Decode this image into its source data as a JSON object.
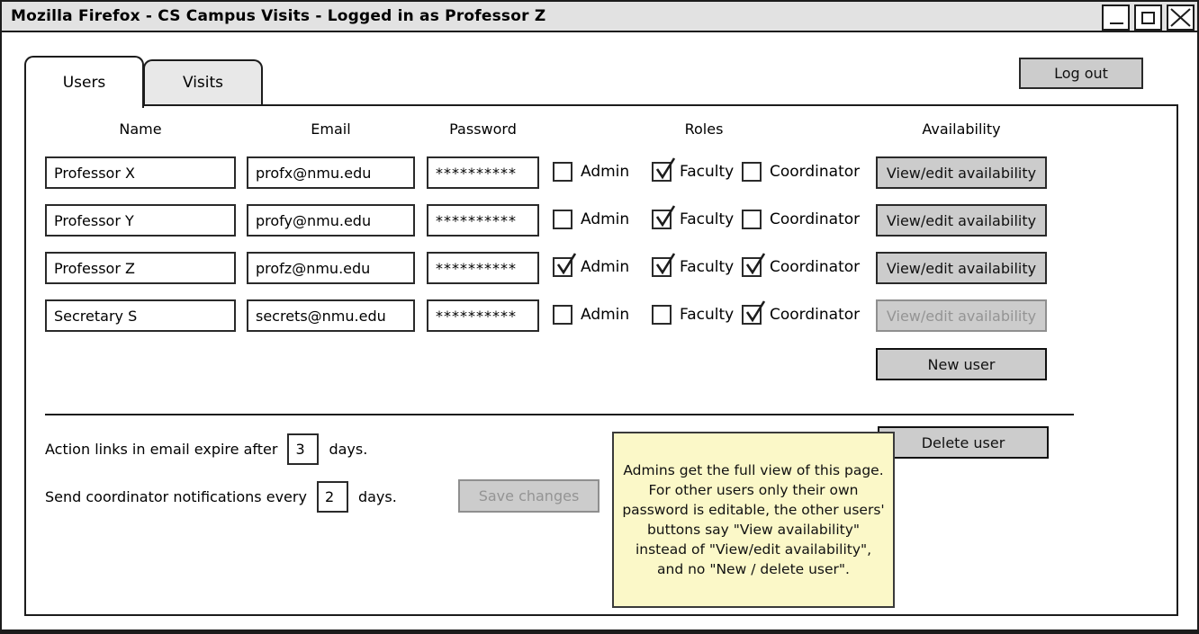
{
  "window": {
    "title": "Mozilla Firefox - CS Campus Visits - Logged in as Professor Z"
  },
  "tabs": [
    {
      "label": "Users",
      "active": true
    },
    {
      "label": "Visits",
      "active": false
    }
  ],
  "logout_label": "Log out",
  "table": {
    "headers": {
      "name": "Name",
      "email": "Email",
      "password": "Password",
      "roles": "Roles",
      "availability": "Availability"
    },
    "role_labels": [
      "Admin",
      "Faculty",
      "Coordinator"
    ],
    "rows": [
      {
        "name": "Professor X",
        "email": "profx@nmu.edu",
        "password": "**********",
        "admin": false,
        "faculty": true,
        "coordinator": false,
        "availability_label": "View/edit availability",
        "availability_enabled": true
      },
      {
        "name": "Professor Y",
        "email": "profy@nmu.edu",
        "password": "**********",
        "admin": false,
        "faculty": true,
        "coordinator": false,
        "availability_label": "View/edit availability",
        "availability_enabled": true
      },
      {
        "name": "Professor Z",
        "email": "profz@nmu.edu",
        "password": "**********",
        "admin": true,
        "faculty": true,
        "coordinator": true,
        "availability_label": "View/edit availability",
        "availability_enabled": true
      },
      {
        "name": "Secretary S",
        "email": "secrets@nmu.edu",
        "password": "**********",
        "admin": false,
        "faculty": false,
        "coordinator": true,
        "availability_label": "View/edit availability",
        "availability_enabled": false
      }
    ],
    "new_user_label": "New user"
  },
  "settings": {
    "expire_text_before": "Action links in email expire after",
    "expire_value": "3",
    "expire_text_after": "days.",
    "notify_text_before": "Send coordinator notifications every",
    "notify_value": "2",
    "notify_text_after": "days.",
    "save_label": "Save changes",
    "save_enabled": false,
    "delete_label": "Delete user"
  },
  "note_text": "Admins get the full view of this page. For other users only their own password is editable, the other users' buttons say \"View availability\" instead of \"View/edit availability\", and no \"New / delete user\".",
  "colors": {
    "titlebar-bg": "#e2e2e2",
    "button-bg": "#cccccc",
    "inactive-tab-bg": "#e8e8e8",
    "note-bg": "#fbf8c8"
  }
}
